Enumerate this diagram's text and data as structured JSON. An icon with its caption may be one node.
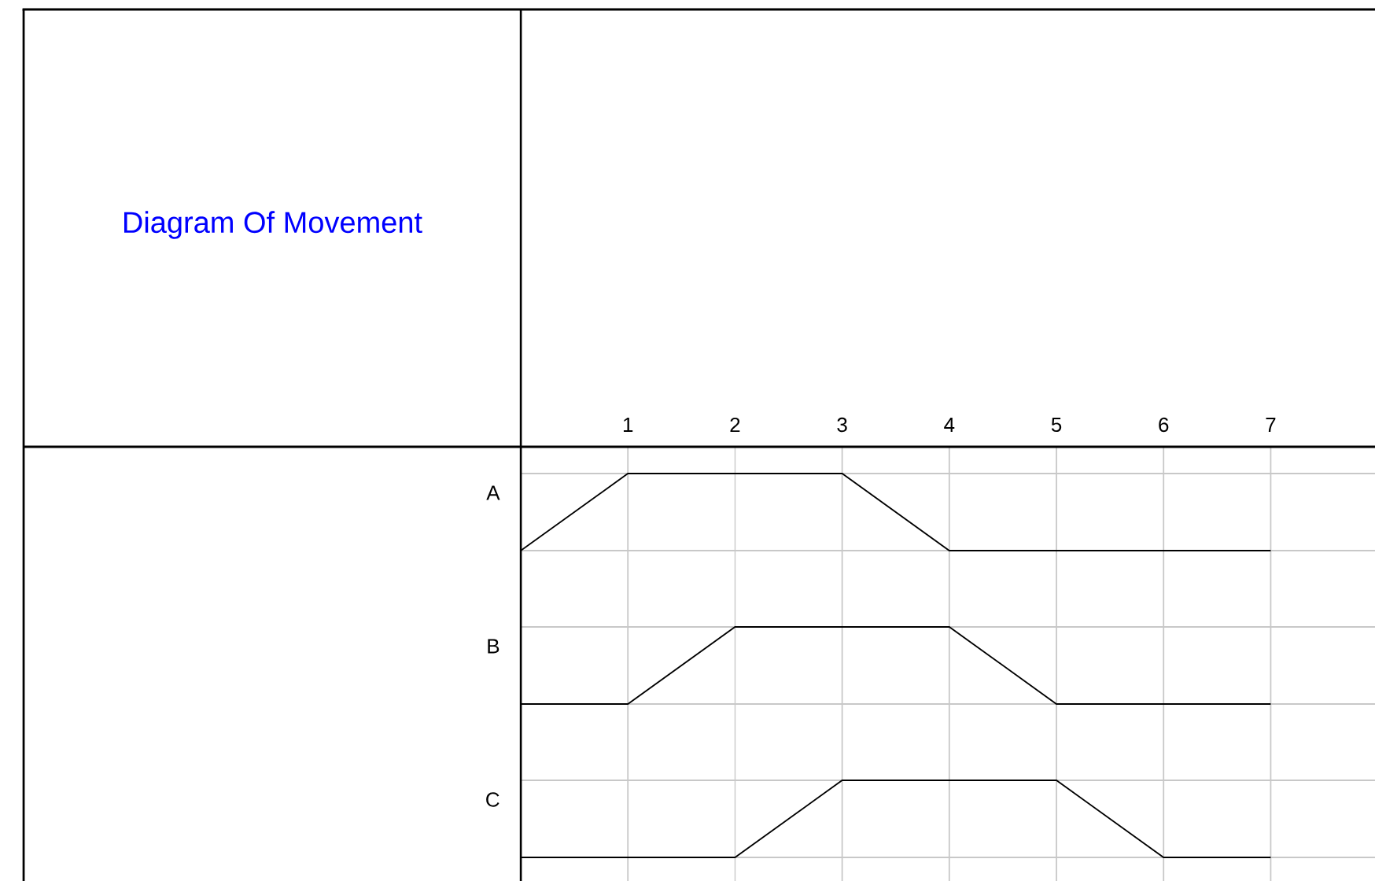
{
  "diagram": {
    "title": "Diagram Of Movement",
    "labels": [
      "1",
      "2",
      "3",
      "4",
      "5",
      "6",
      "7",
      "A",
      "B",
      "C"
    ]
  }
}
